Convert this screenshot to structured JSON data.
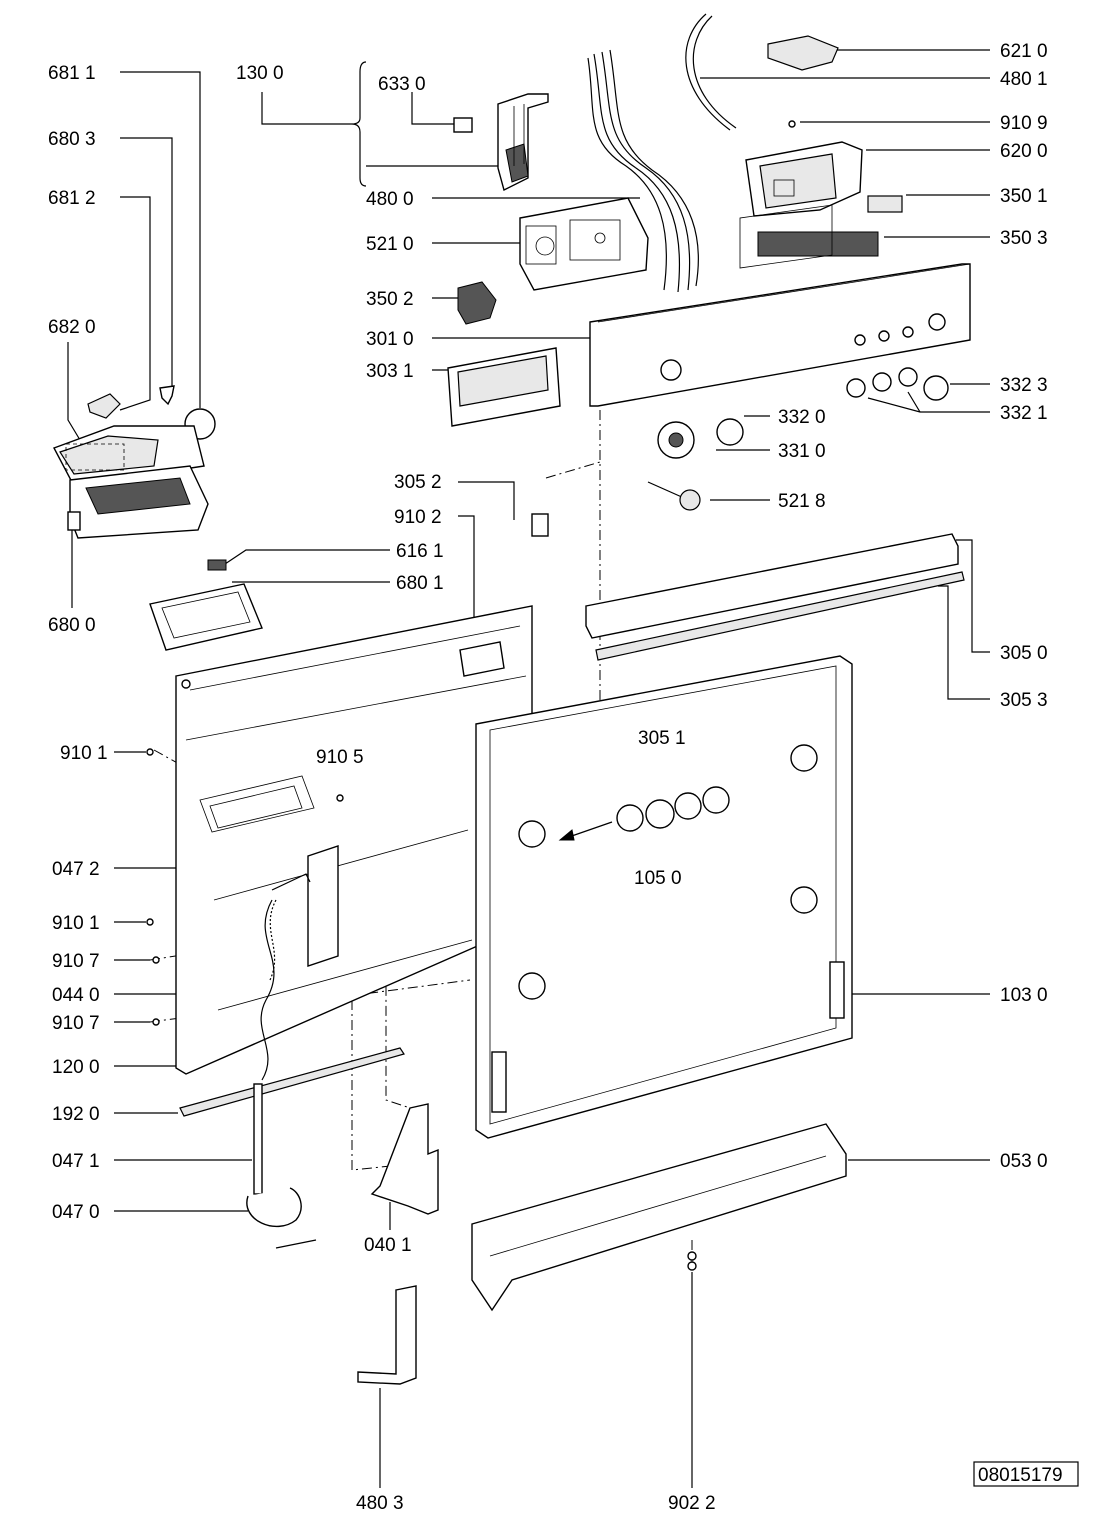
{
  "drawing_number": "08015179",
  "part_labels": [
    {
      "id": "681-1",
      "text": "681 1"
    },
    {
      "id": "680-3",
      "text": "680 3"
    },
    {
      "id": "681-2",
      "text": "681 2"
    },
    {
      "id": "682-0",
      "text": "682 0"
    },
    {
      "id": "680-0",
      "text": "680 0"
    },
    {
      "id": "130-0",
      "text": "130 0"
    },
    {
      "id": "633-0",
      "text": "633 0"
    },
    {
      "id": "480-0",
      "text": "480 0"
    },
    {
      "id": "521-0",
      "text": "521 0"
    },
    {
      "id": "350-2",
      "text": "350 2"
    },
    {
      "id": "301-0",
      "text": "301 0"
    },
    {
      "id": "303-1",
      "text": "303 1"
    },
    {
      "id": "621-0",
      "text": "621 0"
    },
    {
      "id": "480-1",
      "text": "480 1"
    },
    {
      "id": "910-9",
      "text": "910 9"
    },
    {
      "id": "620-0",
      "text": "620 0"
    },
    {
      "id": "350-1",
      "text": "350 1"
    },
    {
      "id": "350-3",
      "text": "350 3"
    },
    {
      "id": "332-3",
      "text": "332 3"
    },
    {
      "id": "332-1",
      "text": "332 1"
    },
    {
      "id": "332-0",
      "text": "332 0"
    },
    {
      "id": "331-0",
      "text": "331 0"
    },
    {
      "id": "521-8",
      "text": "521 8"
    },
    {
      "id": "305-2",
      "text": "305 2"
    },
    {
      "id": "910-2",
      "text": "910 2"
    },
    {
      "id": "616-1",
      "text": "616 1"
    },
    {
      "id": "680-1",
      "text": "680 1"
    },
    {
      "id": "305-0",
      "text": "305 0"
    },
    {
      "id": "305-3",
      "text": "305 3"
    },
    {
      "id": "305-1",
      "text": "305 1"
    },
    {
      "id": "910-1a",
      "text": "910 1"
    },
    {
      "id": "910-5",
      "text": "910 5"
    },
    {
      "id": "105-0",
      "text": "105 0"
    },
    {
      "id": "047-2",
      "text": "047 2"
    },
    {
      "id": "910-1b",
      "text": "910 1"
    },
    {
      "id": "910-7a",
      "text": "910 7"
    },
    {
      "id": "044-0",
      "text": "044 0"
    },
    {
      "id": "910-7b",
      "text": "910 7"
    },
    {
      "id": "103-0",
      "text": "103 0"
    },
    {
      "id": "120-0",
      "text": "120 0"
    },
    {
      "id": "192-0",
      "text": "192 0"
    },
    {
      "id": "047-1",
      "text": "047 1"
    },
    {
      "id": "053-0",
      "text": "053 0"
    },
    {
      "id": "047-0",
      "text": "047 0"
    },
    {
      "id": "040-1",
      "text": "040 1"
    },
    {
      "id": "480-3",
      "text": "480 3"
    },
    {
      "id": "902-2",
      "text": "902 2"
    }
  ]
}
